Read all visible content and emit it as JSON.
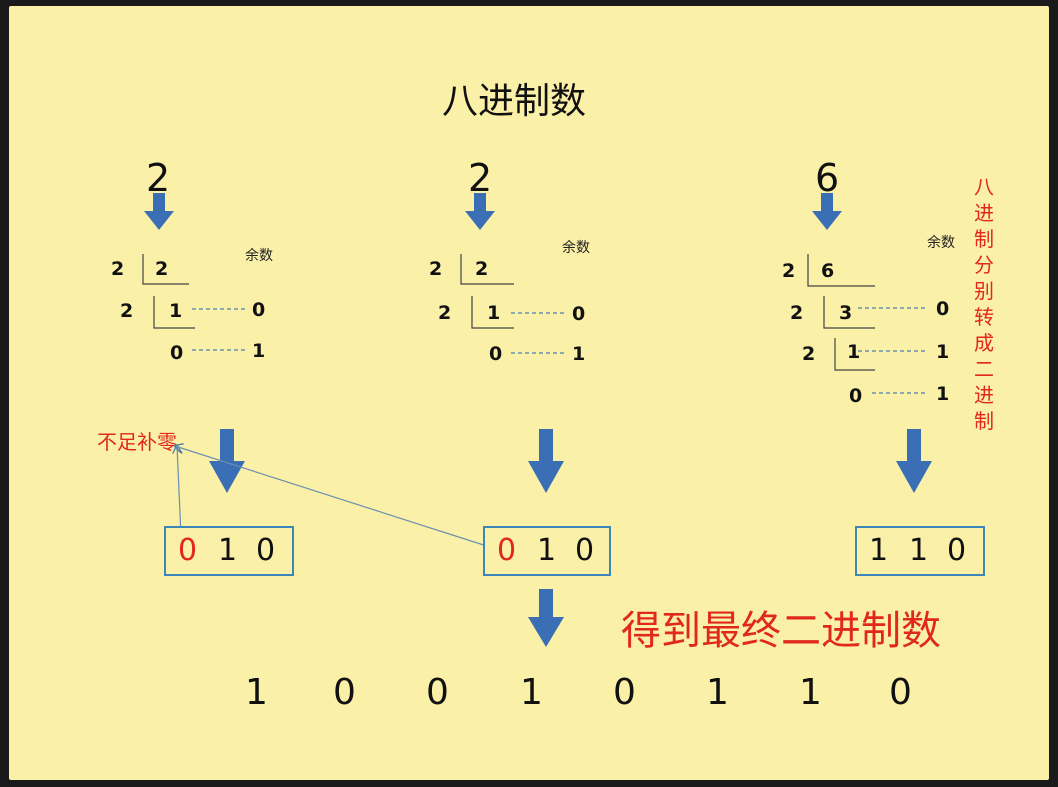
{
  "title": "八进制数",
  "columns": [
    {
      "digit": "2",
      "divisions": [
        {
          "divisor": "2",
          "quotient": "2"
        },
        {
          "divisor": "2",
          "quotient": "1",
          "remainder": "0"
        },
        {
          "quotient": "0",
          "remainder": "1"
        }
      ],
      "remainder_label": "余数",
      "binary": [
        "0",
        "1",
        "0"
      ]
    },
    {
      "digit": "2",
      "divisions": [
        {
          "divisor": "2",
          "quotient": "2"
        },
        {
          "divisor": "2",
          "quotient": "1",
          "remainder": "0"
        },
        {
          "quotient": "0",
          "remainder": "1"
        }
      ],
      "remainder_label": "余数",
      "binary": [
        "0",
        "1",
        "0"
      ]
    },
    {
      "digit": "6",
      "divisions": [
        {
          "divisor": "2",
          "quotient": "6"
        },
        {
          "divisor": "2",
          "quotient": "3",
          "remainder": "0"
        },
        {
          "divisor": "2",
          "quotient": "1",
          "remainder": "1"
        },
        {
          "quotient": "0",
          "remainder": "1"
        }
      ],
      "remainder_label": "余数",
      "binary": [
        "1",
        "1",
        "0"
      ]
    }
  ],
  "pad_zero_note": "不足补零",
  "side_note": "八进制分别转成二进制",
  "result_label": "得到最终二进制数",
  "final_binary": [
    "1",
    "0",
    "0",
    "1",
    "0",
    "1",
    "1",
    "0"
  ],
  "colors": {
    "background": "#fbf0a8",
    "arrow": "#3a6fb5",
    "box_border": "#3a87b8",
    "accent": "#e0281e",
    "leader": "#4a7fa8"
  }
}
